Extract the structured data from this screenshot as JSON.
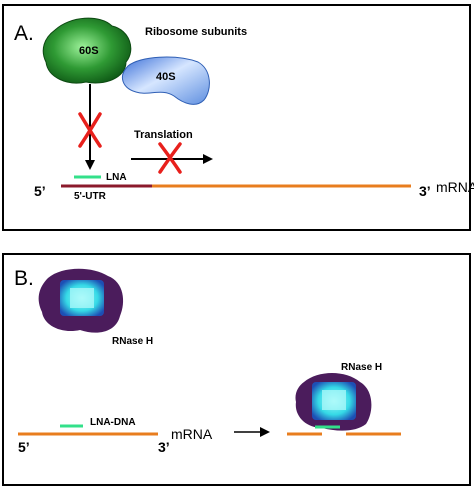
{
  "panel_a": {
    "label": "A.",
    "ribosome_subunits_label": "Ribosome subunits",
    "subunit_60s": "60S",
    "subunit_40s": "40S",
    "translation_label": "Translation",
    "lna_label": "LNA",
    "utr_label": "5'-UTR",
    "five_prime": "5’",
    "three_prime": "3’",
    "mrna_label": "mRNA"
  },
  "panel_b": {
    "label": "B.",
    "rnase_label_top": "RNase H",
    "rnase_label_bottom": "RNase H",
    "lna_dna_label": "LNA-DNA",
    "five_prime": "5’",
    "three_prime": "3’",
    "mrna_label": "mRNA"
  },
  "colors": {
    "mrna": "#e87d1e",
    "utr": "#8b1a2b",
    "lna": "#33e08a",
    "block_x": "#e8201c",
    "ribo_60s": "#1f8a2a",
    "ribo_40s": "#6fa0e8",
    "rnase_outer": "#4b1c5c",
    "rnase_inner": "#3ee6e6"
  }
}
